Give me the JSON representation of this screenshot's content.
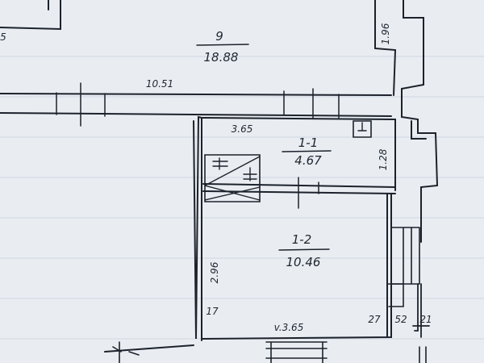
{
  "rooms": [
    {
      "number": "9",
      "area": "18.88"
    },
    {
      "number": "1-1",
      "area": "4.67"
    },
    {
      "number": "1-2",
      "area": "10.46"
    }
  ],
  "dimensions": {
    "top_right_vertical": "1.96",
    "top_wall": "10.51",
    "room_1_1_width": "3.65",
    "room_1_1_height": "1.28",
    "room_1_2_height": "2.96",
    "wall_17": "17",
    "bottom_width": "v.3.65",
    "wall_27": "27",
    "opening_52": "52",
    "wall_21": "21",
    "left_edge": "5"
  },
  "colors": {
    "ink": "#1c222b",
    "paper": "#e9edf2",
    "grid": "#cfd8e3"
  }
}
